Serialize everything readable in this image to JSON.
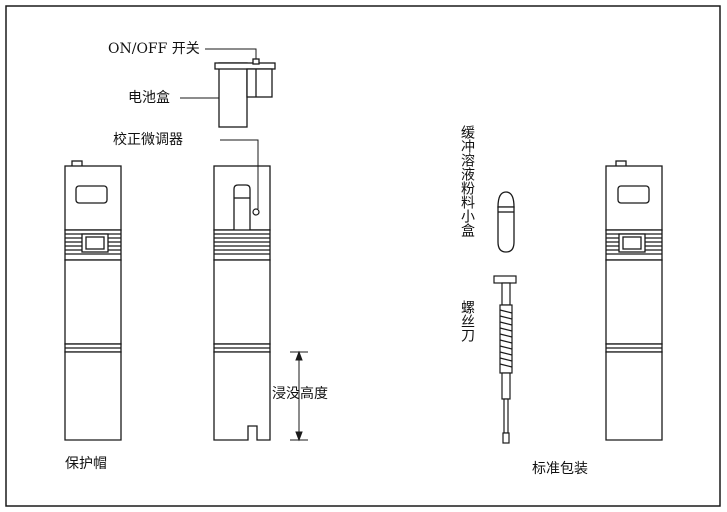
{
  "labels": {
    "on_off_switch": "ON/OFF 开关",
    "battery_box": "电池盒",
    "calibration_trimmer": "校正微调器",
    "protective_cap": "保护帽",
    "immersion_depth": "浸没高度",
    "buffer_powder_box": "缓冲溶液粉料小盒",
    "screwdriver": "螺丝刀",
    "standard_package": "标准包装"
  },
  "colors": {
    "line": "#1a1a1a",
    "fill": "#ffffff"
  }
}
